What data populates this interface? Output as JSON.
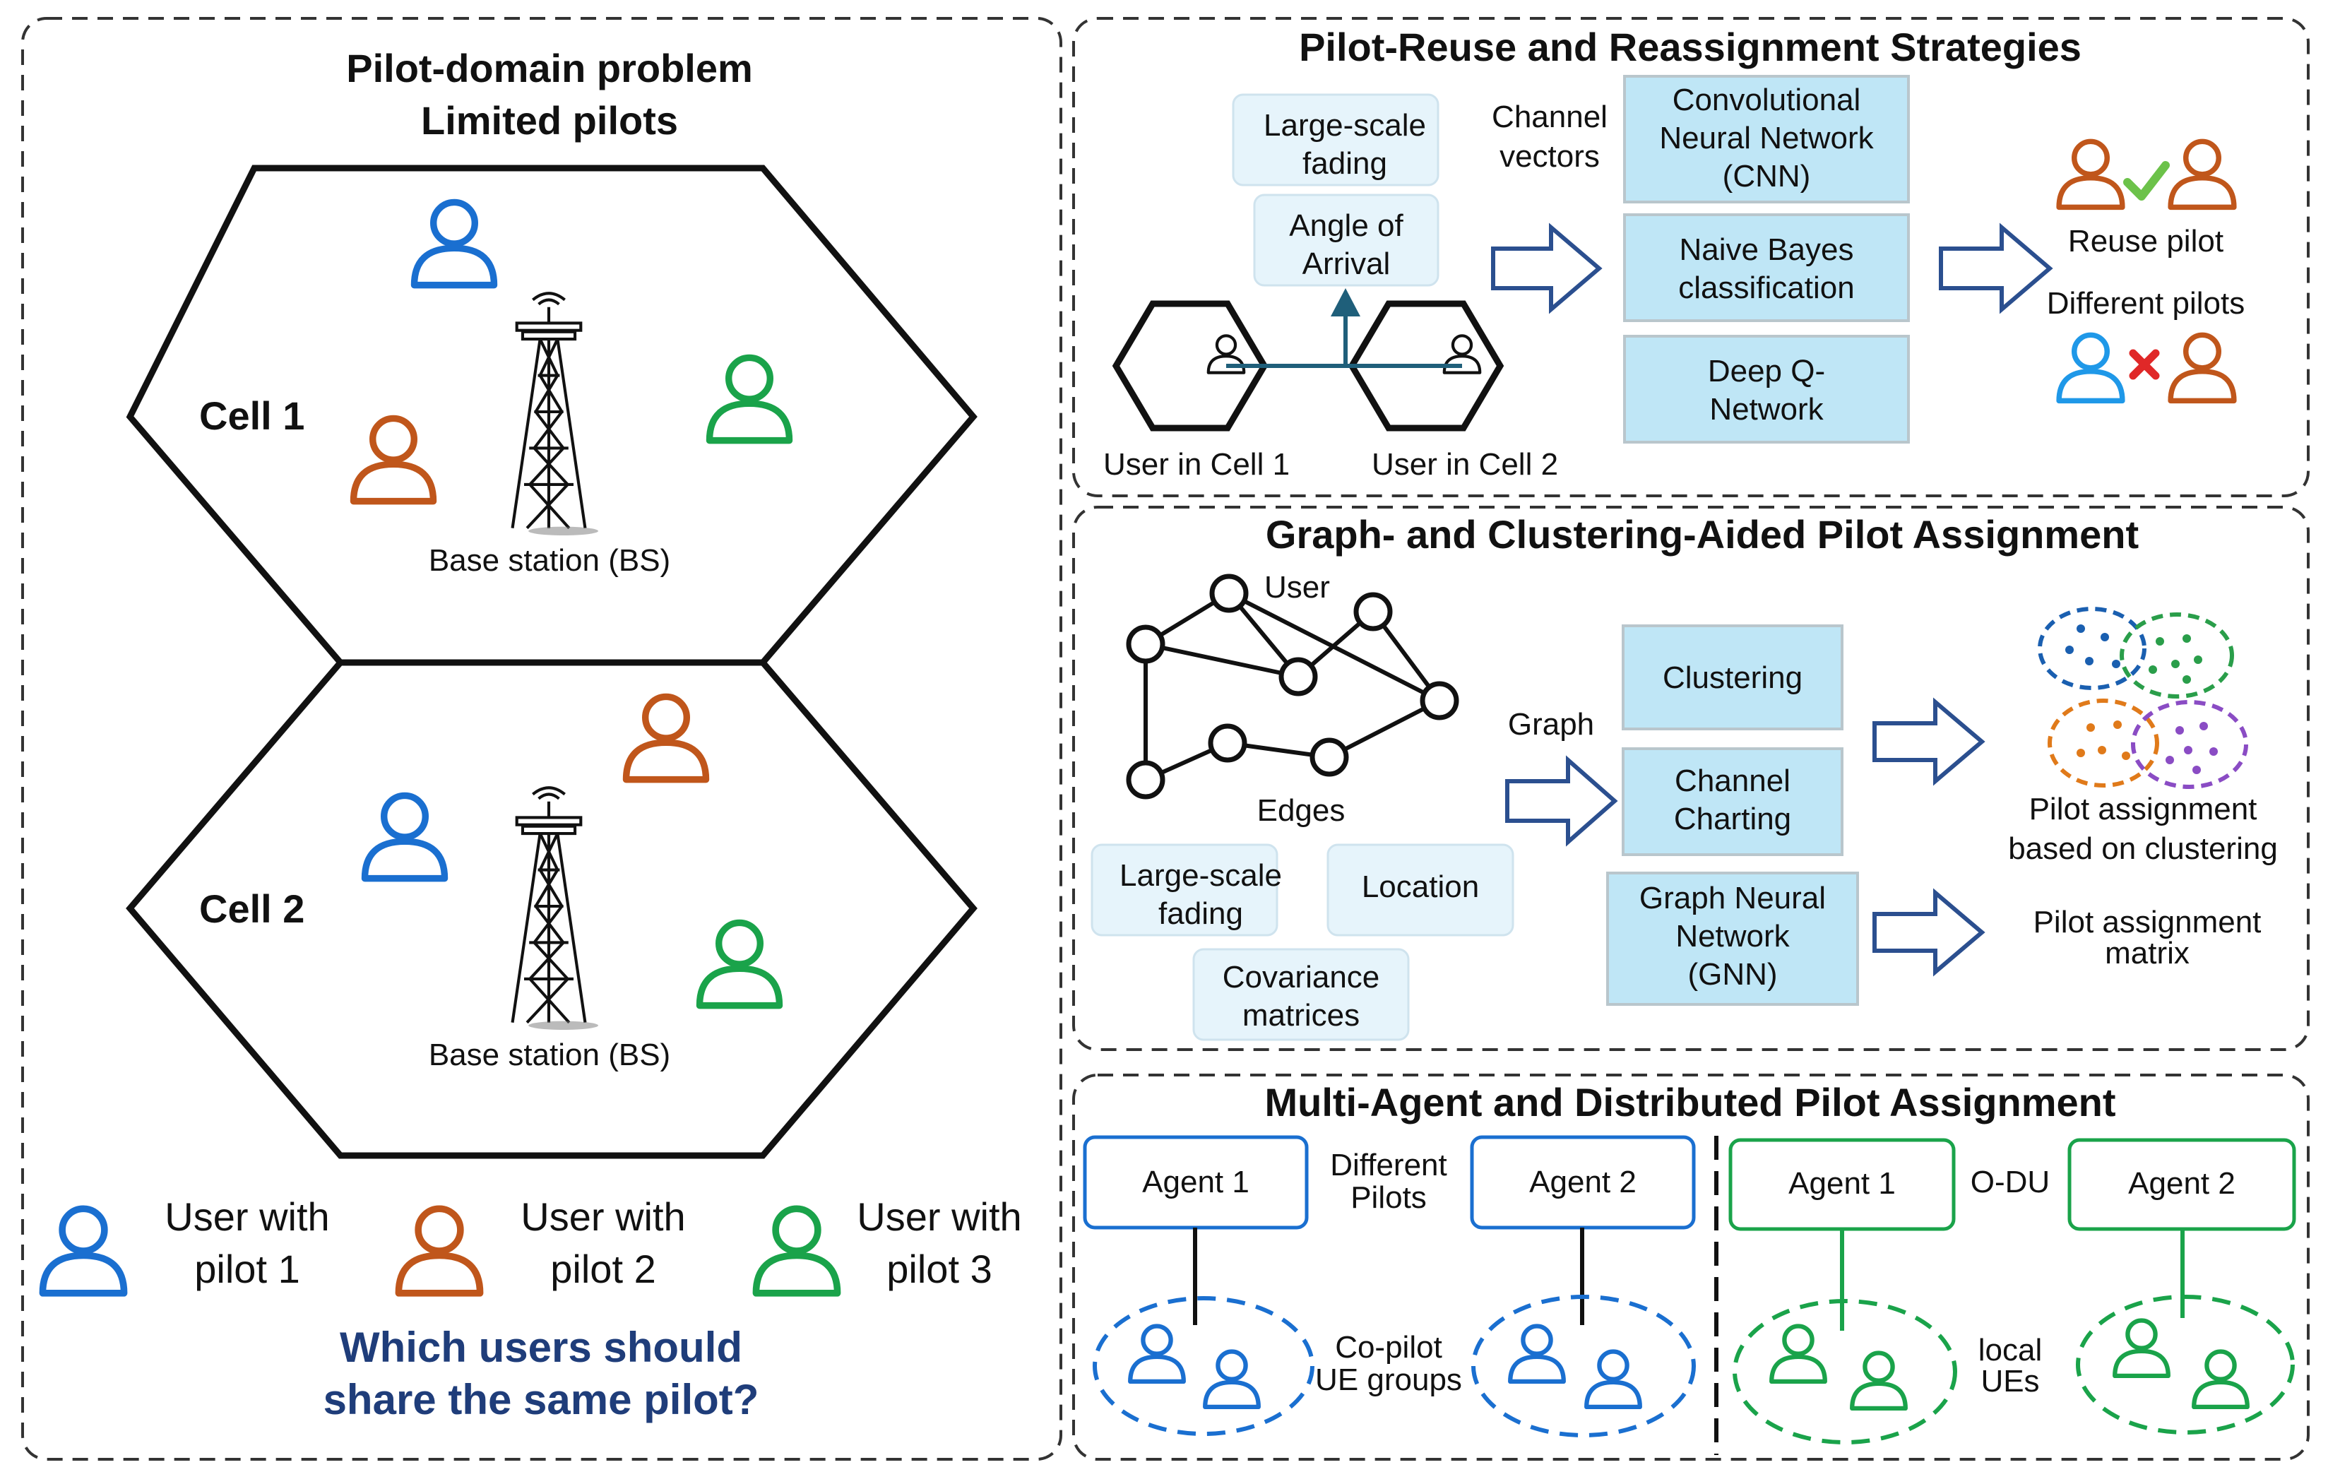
{
  "colors": {
    "blue": "#1a6fd0",
    "orange": "#c0561b",
    "green": "#1aa34a",
    "light_blue": "#1f98e8",
    "box_fill": "#bfe6f6",
    "light_box_fill": "#e6f4fb",
    "arrow": "#2b4f8f",
    "question": "#1f3d7a"
  },
  "left": {
    "title_line1": "Pilot-domain problem",
    "title_line2": "Limited pilots",
    "cell1_label": "Cell 1",
    "cell2_label": "Cell 2",
    "bs_label": "Base station (BS)",
    "legend": [
      {
        "line1": "User with",
        "line2": "pilot 1",
        "color": "blue"
      },
      {
        "line1": "User with",
        "line2": "pilot 2",
        "color": "orange"
      },
      {
        "line1": "User with",
        "line2": "pilot 3",
        "color": "green"
      }
    ],
    "question_line1": "Which users should",
    "question_line2": "share the same pilot?"
  },
  "panel1": {
    "title": "Pilot-Reuse and Reassignment Strategies",
    "feature1": [
      "Large-scale",
      "fading"
    ],
    "feature2": [
      "Angle of",
      "Arrival"
    ],
    "channel_vectors": [
      "Channel",
      "vectors"
    ],
    "methods": [
      [
        "Convolutional",
        "Neural Network",
        "(CNN)"
      ],
      [
        "Naive Bayes",
        "classification"
      ],
      [
        "Deep Q-",
        "Network"
      ]
    ],
    "user_cell1": "User in Cell 1",
    "user_cell2": "User in Cell 2",
    "reuse_pilot": "Reuse pilot",
    "different_pilots": "Different pilots"
  },
  "panel2": {
    "title": "Graph- and Clustering-Aided Pilot Assignment",
    "user_label": "User",
    "edges_label": "Edges",
    "graph_label": "Graph",
    "features": [
      [
        "Large-scale",
        "fading"
      ],
      [
        "Location"
      ],
      [
        "Covariance",
        "matrices"
      ]
    ],
    "methods": [
      [
        "Clustering"
      ],
      [
        "Channel",
        "Charting"
      ],
      [
        "Graph Neural",
        "Network",
        "(GNN)"
      ]
    ],
    "result1": [
      "Pilot assignment",
      "based on clustering"
    ],
    "result2": [
      "Pilot assignment",
      "matrix"
    ]
  },
  "panel3": {
    "title": "Multi-Agent and Distributed Pilot Assignment",
    "agent1": "Agent 1",
    "agent2": "Agent 2",
    "different_pilots": [
      "Different",
      "Pilots"
    ],
    "copilot": [
      "Co-pilot",
      "UE groups"
    ],
    "odu": "O-DU",
    "local_ues": [
      "local",
      "UEs"
    ]
  }
}
